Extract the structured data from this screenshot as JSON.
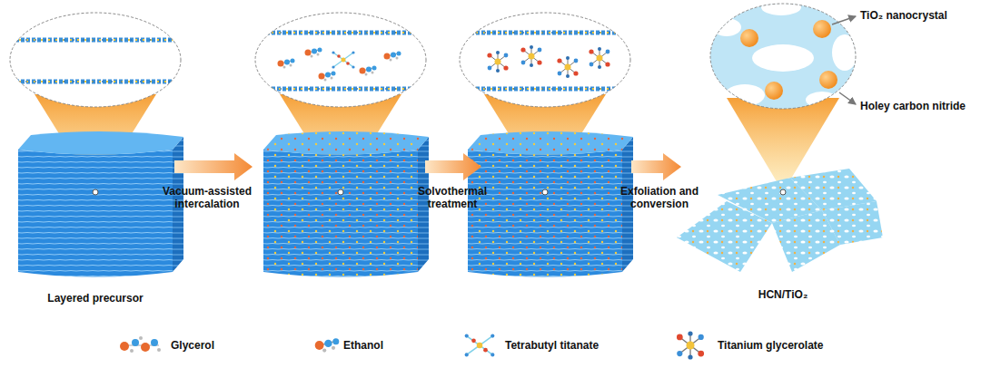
{
  "diagram": {
    "labels": [
      "Vacuum-assisted intercalation",
      "Solvothermal treatment",
      "Exfoliation and conversion",
      "Layered precursor",
      "HCN/TiO₂",
      "TiO₂ nanocrystal",
      "Holey carbon nitride"
    ],
    "legend": [
      {
        "text": "Glycerol"
      },
      {
        "text": "Ethanol"
      },
      {
        "text": "Tetrabutyl titanate"
      },
      {
        "text": "Titanium glycerolate"
      }
    ]
  }
}
